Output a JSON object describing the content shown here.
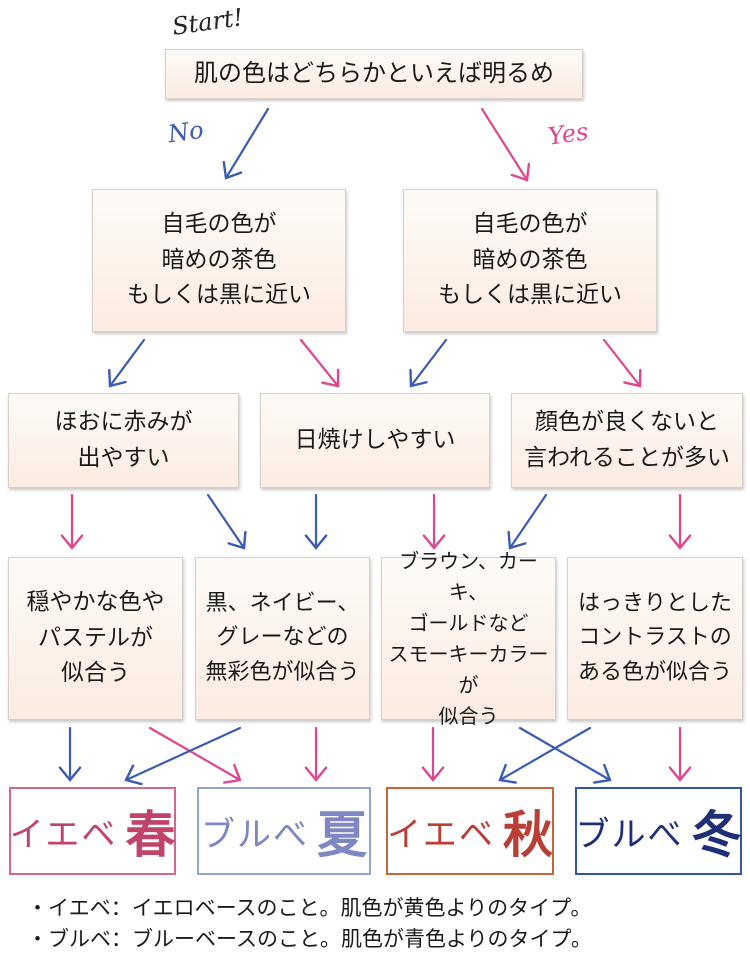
{
  "start_label": "Start!",
  "no_label": "No",
  "yes_label": "Yes",
  "question_top": "肌の色はどちらかといえば明るめ",
  "level2": [
    "自毛の色が\n暗めの茶色\nもしくは黒に近い",
    "自毛の色が\n暗めの茶色\nもしくは黒に近い"
  ],
  "level3": [
    "ほおに赤みが\n出やすい",
    "日焼けしやすい",
    "顔色が良くないと\n言われることが多い"
  ],
  "level4": [
    "穏やかな色や\nパステルが\n似合う",
    "黒、ネイビー、\nグレーなどの\n無彩色が似合う",
    "ブラウン、カーキ、\nゴールドなど\nスモーキーカラーが\n似合う",
    "はっきりとした\nコントラストの\nある色が似合う"
  ],
  "results": [
    {
      "prefix": "イエベ",
      "season": "春",
      "color": "#c0446a",
      "border": "#d4688c"
    },
    {
      "prefix": "ブルべ",
      "season": "夏",
      "color": "#7f86c4",
      "border": "#8ea6d2"
    },
    {
      "prefix": "イエベ",
      "season": "秋",
      "color": "#b83e36",
      "border": "#c8653e"
    },
    {
      "prefix": "ブルべ",
      "season": "冬",
      "color": "#1e2f78",
      "border": "#3156a8"
    }
  ],
  "notes": [
    "・イエベ：イエロベースのこと。肌色が黄色よりのタイプ。",
    "・ブルベ：ブルーベースのこと。肌色が青色よりのタイプ。"
  ],
  "colors": {
    "blue_arrow": "#3b5bb4",
    "pink_arrow": "#e0458f"
  }
}
